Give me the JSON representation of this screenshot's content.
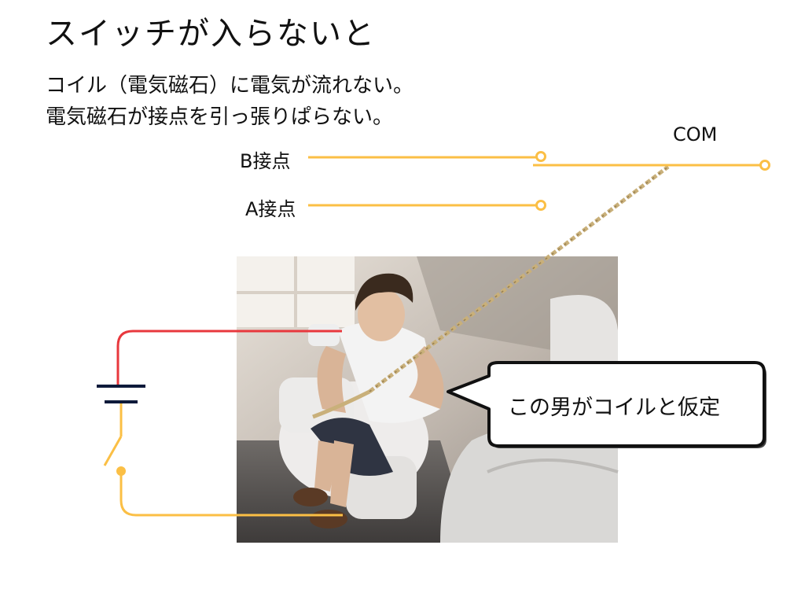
{
  "title": "スイッチが入らないと",
  "body_lines": [
    "コイル（電気磁石）に電気が流れない。",
    "電気磁石が接点を引っ張りぱらない。"
  ],
  "labels": {
    "com": "COM",
    "b_contact": "B接点",
    "a_contact": "A接点"
  },
  "speech_bubble": "この男がコイルと仮定",
  "colors": {
    "wire_orange": "#fbbf45",
    "wire_red": "#e8383d",
    "battery": "#0e1a3a",
    "rope": "#c9b07a"
  },
  "illustration": {
    "depicts": "man-on-toilet-pulling-rope-illustration"
  }
}
